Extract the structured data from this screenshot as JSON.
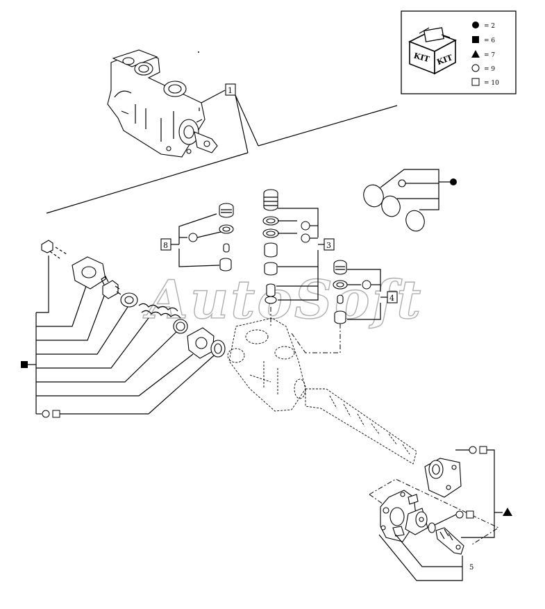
{
  "watermark": "AutoSoft",
  "kit_legend": {
    "box_text_left": "KIT",
    "box_text_right": "KIT",
    "items": [
      {
        "symbol": "filled-circle",
        "label": "= 2"
      },
      {
        "symbol": "filled-square",
        "label": "= 6"
      },
      {
        "symbol": "filled-triangle",
        "label": "= 7"
      },
      {
        "symbol": "open-circle",
        "label": "= 9"
      },
      {
        "symbol": "open-square",
        "label": "= 10"
      }
    ]
  },
  "callouts": {
    "ref_1": "1",
    "ref_8": "8",
    "ref_3": "3",
    "ref_4": "4",
    "ref_5": "5"
  }
}
